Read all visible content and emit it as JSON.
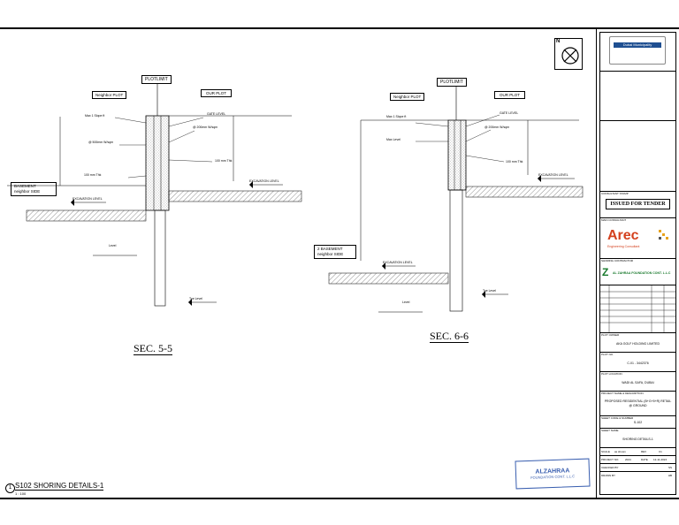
{
  "north_label": "N",
  "sections": {
    "left": {
      "title": "SEC. 5-5",
      "plot_limit": "PLOTLIMIT",
      "neighbor_plot": "Neighbor PLOT",
      "our_plot": "OUR PLOT",
      "basement": [
        "BASEMENT",
        "neighbor SIDE"
      ],
      "excavation_level": "EXCAVATION LEVEL",
      "excavation_level_right": "EXCAVATION LEVEL",
      "toe_level": "Toe Level"
    },
    "right": {
      "title": "SEC. 6-6",
      "plot_limit": "PLOTLIMIT",
      "neighbor_plot": "Neighbor PLOT",
      "our_plot": "OUR PLOT",
      "basement": [
        "2 BASEMENT",
        "neighbor SIDE"
      ],
      "excavation_level": "EXCAVATION LEVEL",
      "excavation_level_right": "EXCAVATION LEVEL",
      "toe_level": "Toe Level"
    }
  },
  "sheet": {
    "number": "1",
    "title": "S102 SHORING DETAILS-1",
    "scale": "1 : 100"
  },
  "stamp": {
    "company": "ALZAHRAA",
    "line2": "FOUNDATION CONT. L.L.C"
  },
  "title_block": {
    "authority": "Dubai Municipality",
    "consultant_stamp_label": "CONSULTANT STAMP",
    "issued": "ISSUED FOR TENDER",
    "main_consultant_label": "MAIN CONSULTANT",
    "arec": "Arec",
    "arec_sub": "Engineering Consultant",
    "shoring_contractor_label": "SHORING CONTRACTOR",
    "contractor": "AL ZAHRAA FOUNDATION CONT. L.L.C",
    "plot_owner_label": "PLOT OWNER",
    "plot_owner": "AKA GOLF HOLDING LIMITED",
    "plot_no_label": "PLOT NO.",
    "plot_no": "C-01 - 3442376",
    "plot_location_label": "PLOT LOCATION",
    "plot_location": "WADI AL SAFA, DUBAI",
    "project_label": "PROJECT NAME & DESCRIPTION",
    "project": "PROPOSED RESIDENTIAL (B+G+5+R) RETAIL @ GROUND",
    "sheet_code_label": "SHEET CODE & NUMBER",
    "sheet_code": "S-102",
    "sheet_name_label": "SHEET NAME",
    "sheet_name": "SHORING DETAILS-1",
    "scale_label": "SCALE",
    "scale_value": "as shown",
    "rev_label": "REV",
    "rev_value": "C1",
    "project_no_label": "PROJECT NO.",
    "project_no": "2024",
    "date_label": "DATE",
    "date_value": "12-11-2024",
    "checked_label": "CHECKED BY",
    "checked_value": "SS",
    "drawn_label": "DRAWN BY",
    "drawn_value": "HB"
  }
}
